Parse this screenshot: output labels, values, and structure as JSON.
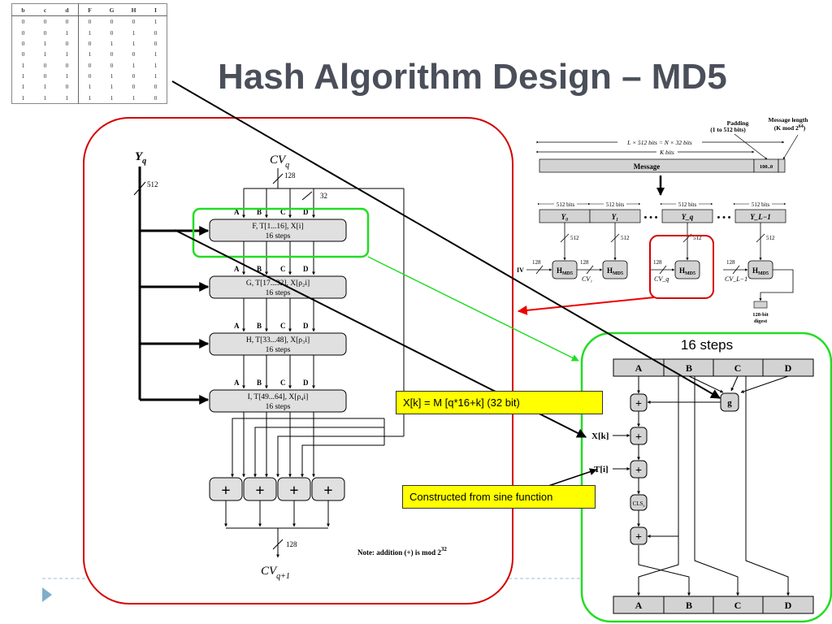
{
  "slide": {
    "title": "Hash Algorithm Design – MD5",
    "callout_xk": "X[k] = M [q*16+k] (32 bit)",
    "callout_sine": "Constructed from sine function",
    "steps_title": "16 steps",
    "nav_icon": "triangle-right-icon"
  },
  "truth_table": {
    "headers": [
      "b",
      "c",
      "d",
      "F",
      "G",
      "H",
      "I"
    ],
    "rows": [
      [
        "0",
        "0",
        "0",
        "0",
        "0",
        "0",
        "1"
      ],
      [
        "0",
        "0",
        "1",
        "1",
        "0",
        "1",
        "0"
      ],
      [
        "0",
        "1",
        "0",
        "0",
        "1",
        "1",
        "0"
      ],
      [
        "0",
        "1",
        "1",
        "1",
        "0",
        "0",
        "1"
      ],
      [
        "1",
        "0",
        "0",
        "0",
        "0",
        "1",
        "1"
      ],
      [
        "1",
        "0",
        "1",
        "0",
        "1",
        "0",
        "1"
      ],
      [
        "1",
        "1",
        "0",
        "1",
        "1",
        "0",
        "0"
      ],
      [
        "1",
        "1",
        "1",
        "1",
        "1",
        "1",
        "0"
      ]
    ]
  },
  "compression": {
    "yq": "Y",
    "yq_sub": "q",
    "cvq": "CV",
    "cvq_sub": "q",
    "w512": "512",
    "w128_top": "128",
    "w32": "32",
    "rounds": [
      {
        "line1": "F, T[1...16], X[i]",
        "line2": "16 steps"
      },
      {
        "line1": "G, T[17...32], X[ρ₂i]",
        "line2": "16 steps"
      },
      {
        "line1": "H, T[33...48], X[ρ₃i]",
        "line2": "16 steps"
      },
      {
        "line1": "I, T[49...64], X[ρ₄i]",
        "line2": "16 steps"
      }
    ],
    "abcd": [
      "A",
      "B",
      "C",
      "D"
    ],
    "plus": "+",
    "w128_bottom": "128",
    "cv_next": "CV",
    "cv_next_sub": "q+1",
    "note": "Note: addition (+) is mod 2",
    "note_exp": "32"
  },
  "overview": {
    "padding_label": "Padding",
    "padding_range": "(1 to 512 bits)",
    "msglen_label": "Message length",
    "msglen_mod": "(K mod 2",
    "msglen_exp": "64",
    "msglen_close": ")",
    "total_bits": "L × 512 bits = N × 32 bits",
    "k_bits": "K bits",
    "message": "Message",
    "pad_bits": "100..0",
    "block_bits": "512 bits",
    "blocks": [
      "Y₀",
      "Y₁",
      "Y_q",
      "Y_L−1"
    ],
    "dots": "• • •",
    "w512": "512",
    "w128": "128",
    "iv": "IV",
    "hmd5": "H",
    "hmd5_sub": "MD5",
    "cv_labels": [
      "CV₁",
      "CV_q",
      "CV_L−1"
    ],
    "digest_line1": "128-bit",
    "digest_line2": "digest"
  },
  "step": {
    "regs_top": [
      "A",
      "B",
      "C",
      "D"
    ],
    "g": "g",
    "xk": "X[k]",
    "ti": "T[i]",
    "cls": "CLS",
    "cls_sub": "s",
    "plus": "+",
    "regs_bottom": [
      "A",
      "B",
      "C",
      "D"
    ]
  }
}
